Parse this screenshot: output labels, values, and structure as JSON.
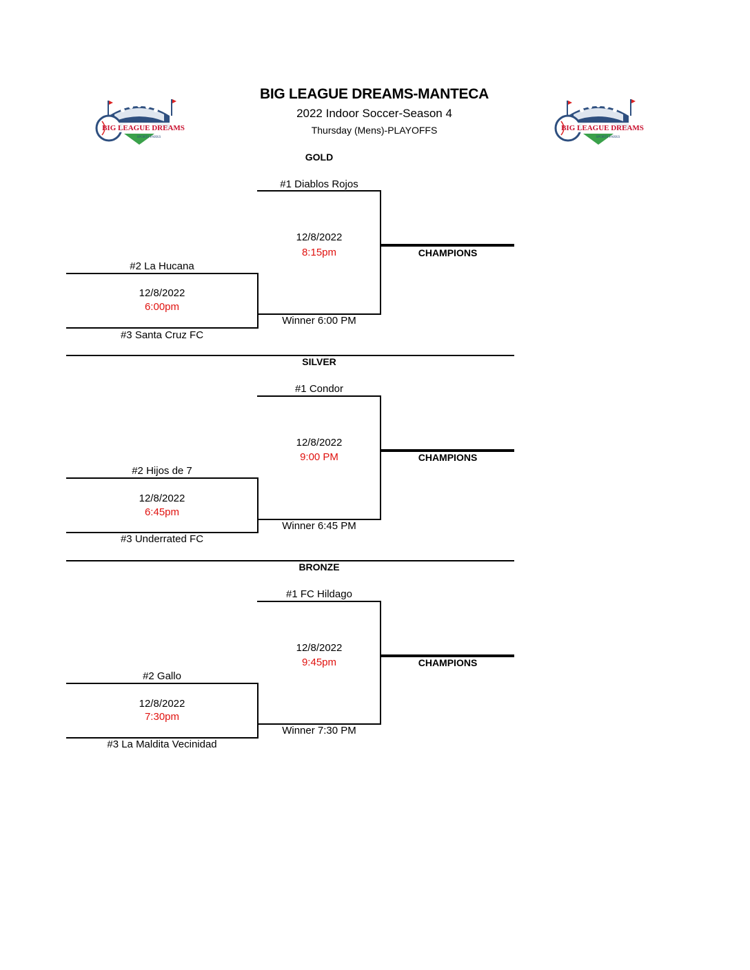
{
  "header": {
    "title": "BIG LEAGUE DREAMS-MANTECA",
    "subtitle": "2022 Indoor Soccer-Season 4",
    "subtitle2": "Thursday (Mens)-PLAYOFFS",
    "logo_text": "BIG LEAGUE DREAMS",
    "logo_subtext": "SPORTS PARKS",
    "accent_red": "#e0120f",
    "logo_blue": "#2e4f7f"
  },
  "brackets": [
    {
      "division": "GOLD",
      "seed1": "#1 Diablos Rojos",
      "seed2": "#2 La Hucana",
      "seed3": "#3 Santa Cruz FC",
      "semi_date": "12/8/2022",
      "semi_time": "6:00pm",
      "final_date": "12/8/2022",
      "final_time": "8:15pm",
      "winner_label": "Winner 6:00 PM",
      "champions_label": "CHAMPIONS"
    },
    {
      "division": "SILVER",
      "seed1": "#1 Condor",
      "seed2": "#2 Hijos de 7",
      "seed3": "#3 Underrated FC",
      "semi_date": "12/8/2022",
      "semi_time": "6:45pm",
      "final_date": "12/8/2022",
      "final_time": "9:00 PM",
      "winner_label": "Winner 6:45 PM",
      "champions_label": "CHAMPIONS"
    },
    {
      "division": "BRONZE",
      "seed1": "#1 FC Hildago",
      "seed2": "#2 Gallo",
      "seed3": "#3 La Maldita Vecinidad",
      "semi_date": "12/8/2022",
      "semi_time": "7:30pm",
      "final_date": "12/8/2022",
      "final_time": "9:45pm",
      "winner_label": "Winner 7:30 PM",
      "champions_label": "CHAMPIONS"
    }
  ]
}
